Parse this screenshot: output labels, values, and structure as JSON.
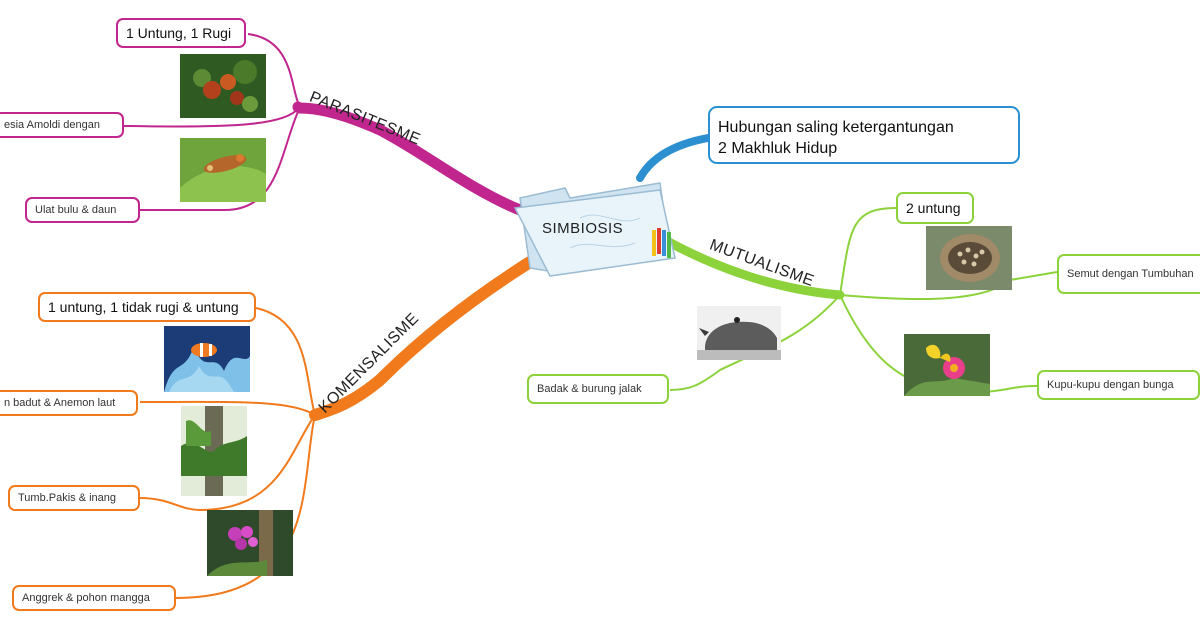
{
  "center": {
    "label": "SIMBIOSIS"
  },
  "summary": {
    "line1": "Hubungan saling ketergantungan",
    "line2": "2 Makhluk Hidup"
  },
  "colors": {
    "parasitism": "#c0268d",
    "commensalism": "#f07a1c",
    "mutualism": "#8cd23a",
    "definition": "#2b8fd0"
  },
  "branches": {
    "parasitism": {
      "label": "PARASITESME",
      "definition": "1 Untung, 1 Rugi",
      "examples": [
        "esia Amoldi dengan",
        "Ulat bulu & daun"
      ]
    },
    "commensalism": {
      "label": "KOMENSALISME",
      "definition": "1 untung, 1 tidak rugi & untung",
      "examples": [
        "n badut & Anemon laut",
        "Tumb.Pakis & inang",
        "Anggrek & pohon mangga"
      ]
    },
    "mutualism": {
      "label": "MUTUALISME",
      "definition": "2 untung",
      "examples": [
        "Semut dengan Tumbuhan",
        "Badak & burung jalak",
        "Kupu-kupu dengan bunga"
      ]
    }
  },
  "photos": [
    "rafflesia-photo",
    "caterpillar-photo",
    "clownfish-photo",
    "fern-tree-photo",
    "orchid-photo",
    "ant-plant-photo",
    "rhino-photo",
    "butterfly-photo"
  ]
}
